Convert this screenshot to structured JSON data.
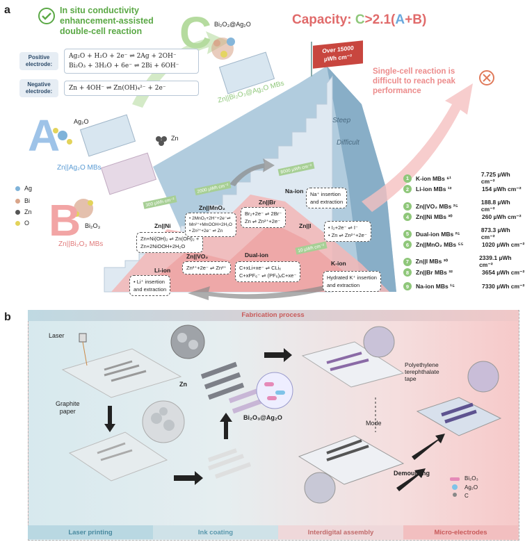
{
  "panel_a": {
    "label": "a",
    "check_icon": "check-circle-icon",
    "title_lines": [
      "In situ conductivity",
      "enhancement-assisted",
      "double-cell reaction"
    ],
    "positive_label_lines": [
      "Positive",
      "electrode:"
    ],
    "positive_eq1": "Ag₂O + H₂O + 2e⁻ ⇌ 2Ag + 2OH⁻",
    "positive_eq2": "Bi₂O₃ + 3H₂O + 6e⁻ ⇌ 2Bi + 6OH⁻",
    "negative_label_lines": [
      "Negative",
      "electrode:"
    ],
    "negative_eq": "Zn + 4OH⁻ ⇌ Zn(OH)₄²⁻ + 2e⁻",
    "letter_a": "A",
    "letter_b": "B",
    "letter_c": "C",
    "ag2o_label": "Ag₂O",
    "zn_label": "Zn",
    "bi2o3_label": "Bi₂O₃",
    "c_compound": "Bi₂O₃@Ag₂O",
    "mb_a": "Zn||Ag₂O MBs",
    "mb_b": "Zn||Bi₂O₃ MBs",
    "mb_c": "Zn||Bi₂O₃@Ag₂O MBs",
    "capacity_prefix": "Capacity: ",
    "capacity_c": "C",
    "capacity_mid": ">2.1(",
    "capacity_a": "A",
    "capacity_plus": "+",
    "capacity_b": "B",
    "capacity_end": ")",
    "flag_lines": [
      "Over 15000",
      "µWh cm⁻²"
    ],
    "single_cell_lines": [
      "Single-cell reaction is",
      "difficult to reach peak",
      "performance"
    ],
    "x_icon": "x-circle-icon",
    "steep": "Steep",
    "difficult": "Difficult",
    "legend": [
      {
        "name": "Ag",
        "color": "#7fb3d9"
      },
      {
        "name": "Bi",
        "color": "#d9a58a"
      },
      {
        "name": "Zn",
        "color": "#555555"
      },
      {
        "name": "O",
        "color": "#e3d35a"
      }
    ],
    "small_flags": [
      "300 µWh cm⁻²",
      "2000 µWh cm⁻²",
      "8000 µWh cm⁻²",
      "10 µWh cm⁻²"
    ],
    "reactions": {
      "zn_ni_title": "Zn||Ni",
      "zn_ni_lines": [
        "Zn+Ni(OH)₂ ⇌ Zn(OH)₂ +",
        "Zn+2NiOOH+2H₂O"
      ],
      "zn_mno2_title": "Zn||MnO₂",
      "zn_mno2_lines": [
        "• 2MnO₂+2H⁺+2e⁻⇌",
        "Mn²⁺+MnOOH+2H₂O",
        "• Zn²⁺+2e⁻ ⇌ Zn"
      ],
      "zn_br_title": "Zn||Br",
      "zn_br_lines": [
        "Br₂+2e⁻ ⇌ 2Br⁻",
        "Zn ⇌ Zn²⁺+2e⁻"
      ],
      "na_ion_title": "Na-ion",
      "na_ion_lines": [
        "Na⁺ insertion",
        "and extraction"
      ],
      "zn_vo2_title": "Zn||VO₂",
      "zn_vo2_lines": [
        "Zn²⁺+2e⁻ ⇌ Zn²⁺"
      ],
      "dual_ion_title": "Dual-ion",
      "dual_ion_lines": [
        "C+xLi+xe⁻ ⇌ CLiₓ",
        "C+xPF₆⁻ ⇌ (PF₆)ₓC+xe⁻"
      ],
      "zn_i_title": "Zn||I",
      "zn_i_lines": [
        "• I₂+2e⁻ ⇌ I⁻",
        "• Zn ⇌ Zn²⁺+2e⁻"
      ],
      "li_ion_title": "Li-ion",
      "li_ion_lines": [
        "• Li⁺ insertion",
        "and extraction"
      ],
      "k_ion_title": "K-ion",
      "k_ion_lines": [
        "Hydrated K⁺ insertion",
        "and extraction"
      ]
    },
    "list": [
      {
        "n": "1",
        "name": "K-ion MBs ⁶¹",
        "value": "7.725 µWh cm⁻²"
      },
      {
        "n": "2",
        "name": "Li-ion MBs ¹²",
        "value": "154 µWh cm⁻²"
      },
      {
        "n": "3",
        "name": "Zn||VO₂ MBs ²⁵",
        "value": "188.8 µWh cm⁻²"
      },
      {
        "n": "4",
        "name": "Zn||Ni MBs ³⁰",
        "value": "260 µWh cm⁻²"
      },
      {
        "n": "5",
        "name": "Dual-ion MBs ²⁵",
        "value": "873.3 µWh cm⁻²"
      },
      {
        "n": "6",
        "name": "Zn||MnO₂ MBs ⁵⁵",
        "value": "1020 µWh cm⁻²"
      },
      {
        "n": "7",
        "name": "Zn||I MBs ³⁰",
        "value": "2339.1 µWh cm⁻²"
      },
      {
        "n": "8",
        "name": "Zn||Br MBs ³²",
        "value": "3654 µWh cm⁻²"
      },
      {
        "n": "9",
        "name": "Na-ion MBs ¹⁵",
        "value": "7330 µWh cm⁻²"
      }
    ]
  },
  "panel_b": {
    "label": "b",
    "header": "Fabrication process",
    "laser": "Laser",
    "graphite_lines": [
      "Graphite",
      "paper"
    ],
    "zn": "Zn",
    "bi2o3_ag2o": "Bi₂O₃@Ag₂O",
    "pet_lines": [
      "Polyethylene",
      "terephthalate",
      "tape"
    ],
    "mode": "Mode",
    "demoulding": "Demoulding",
    "legend": [
      {
        "name": "Bi₂O₃",
        "color": "#e58ab8"
      },
      {
        "name": "Ag₂O",
        "color": "#7fc3e8"
      },
      {
        "name": "C",
        "color": "#888888"
      }
    ],
    "stages": [
      "Laser printing",
      "Ink coating",
      "Interdigital assembly",
      "Micro-electrodes"
    ]
  }
}
